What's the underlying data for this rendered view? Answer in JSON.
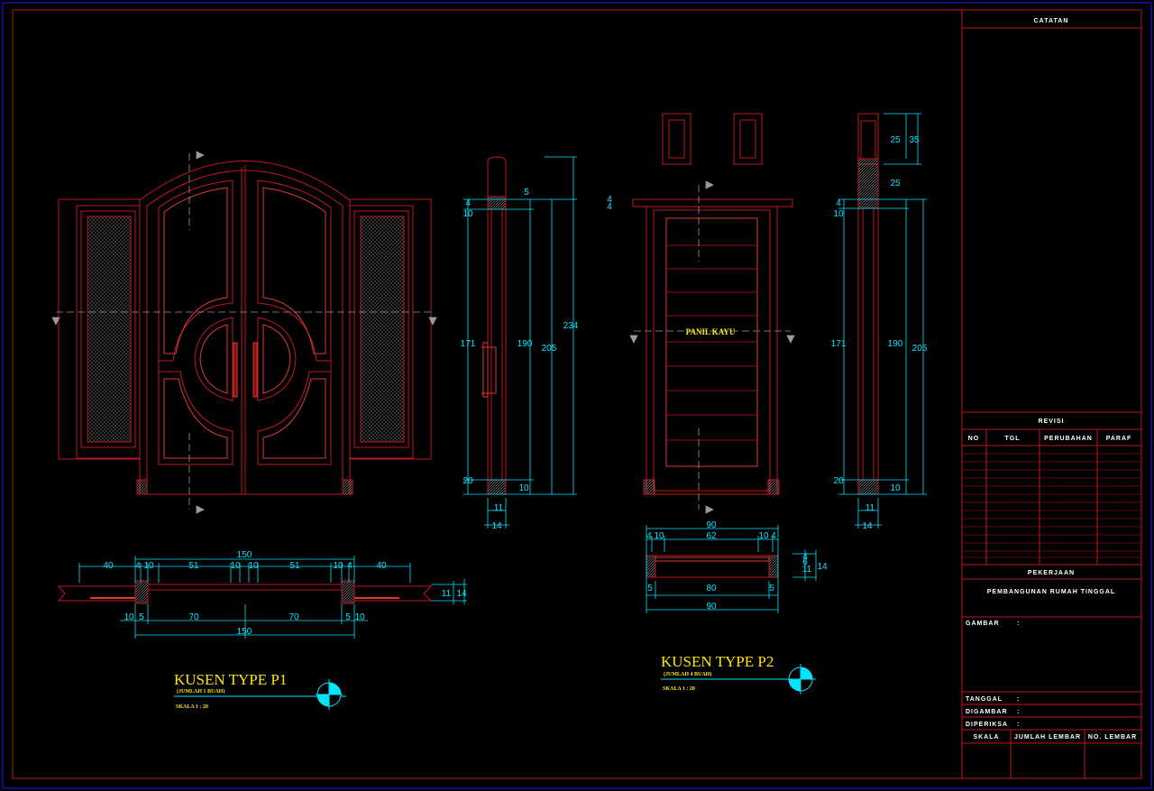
{
  "colors": {
    "background": "#000000",
    "outer_border": "#1b1bff",
    "frame": "#c0171e",
    "frame_detail": "#e0392e",
    "dimension": "#00e5ff",
    "label": "#ffe600",
    "hatch": "#8a8a8a"
  },
  "title_block": {
    "notes_header": "CATATAN",
    "revision_header": "REVISI",
    "revision_columns": [
      "NO",
      "TGL",
      "PERUBAHAN",
      "PARAF"
    ],
    "project_header": "PEKERJAAN",
    "project_name": "PEMBANGUNAN RUMAH TINGGAL",
    "drawing_label": "GAMBAR",
    "date_label": "TANGGAL",
    "drawn_label": "DIGAMBAR",
    "checked_label": "DIPERIKSA",
    "colon": ":",
    "footer_columns": [
      "SKALA",
      "JUMLAH LEMBAR",
      "NO. LEMBAR"
    ]
  },
  "drawings": {
    "p1": {
      "title": "KUSEN TYPE P1",
      "subtitle": "(JUMLAH 1 BUAH)",
      "scale": "SKALA 1 : 20"
    },
    "p2": {
      "title": "KUSEN TYPE P2",
      "subtitle": "(JUMLAH 4 BUAH)",
      "scale": "SKALA 1 : 20",
      "panel_label": "PANIL KAYU"
    }
  },
  "dimensions": {
    "p1_plan_top": [
      "150",
      "40",
      "4",
      "10",
      "51",
      "10",
      "10",
      "51",
      "10",
      "4",
      "40"
    ],
    "p1_plan_bottom": [
      "10",
      "5",
      "70",
      "70",
      "5",
      "10",
      "150"
    ],
    "p1_plan_side": [
      "11",
      "14"
    ],
    "p1_section": [
      "5",
      "4",
      "10",
      "171",
      "190",
      "205",
      "234",
      "20",
      "10",
      "11",
      "14"
    ],
    "p2_plan": [
      "90",
      "4",
      "10",
      "62",
      "10",
      "4",
      "5",
      "80",
      "5",
      "90",
      "4",
      "6",
      "11",
      "14"
    ],
    "p2_elevation": [
      "4",
      "4"
    ],
    "p2_section": [
      "25",
      "35",
      "25",
      "4",
      "10",
      "171",
      "190",
      "205",
      "20",
      "10",
      "11",
      "14"
    ]
  }
}
